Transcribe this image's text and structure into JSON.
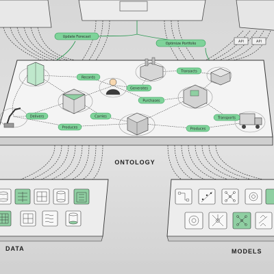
{
  "diagram": {
    "section_titles": {
      "ontology": "ONTOLOGY",
      "data": "DATA",
      "models": "MODELS"
    },
    "top_labels": {
      "update_forecast": "Update Forecast",
      "optimize_portfolio": "Optimize Portfolio"
    },
    "api_labels": [
      "API",
      "API"
    ],
    "edge_labels": {
      "records": "Records",
      "generates": "Generates",
      "transacts": "Transacts",
      "purchases": "Purchases",
      "delivers": "Delivers",
      "carries": "Carries",
      "produces_left": "Produces",
      "produces_right": "Produces",
      "transports": "Transports"
    },
    "accent_color": "#7fd39a",
    "accent_stroke": "#2f9a55",
    "line_color": "#2b2b2b"
  }
}
